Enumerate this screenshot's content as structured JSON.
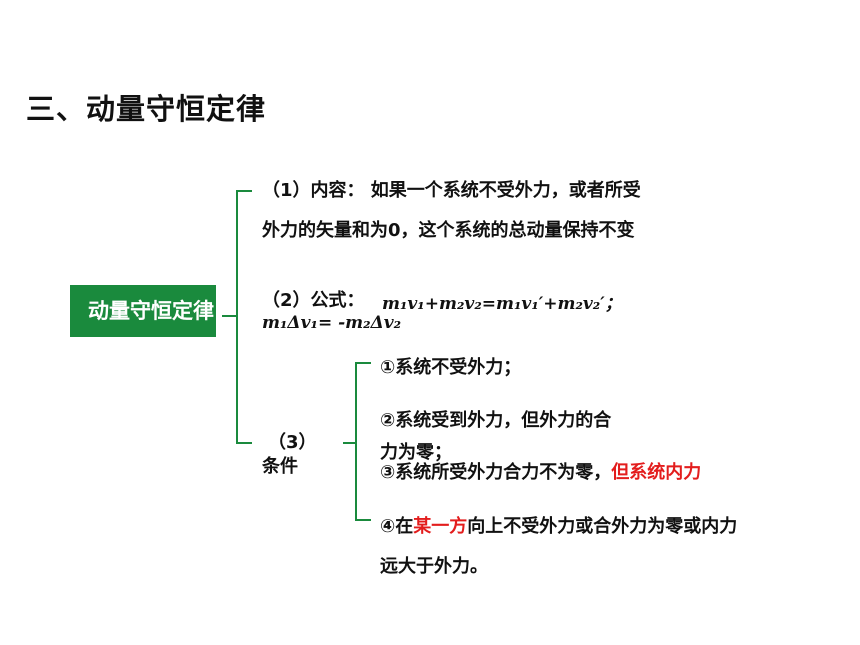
{
  "title": "三、动量守恒定律",
  "tag": "动量守恒定律",
  "content": {
    "line1": "（1）内容： 如果一个系统不受外力，或者所受",
    "line2": "外力的矢量和为0，这个系统的总动量保持不变"
  },
  "formula": {
    "label": "（2）公式：",
    "eq1": "m₁v₁+m₂v₂=m₁v₁′+m₂v₂′；",
    "eq2": "m₁Δv₁= -m₂Δv₂"
  },
  "conditions": {
    "label_num": "（3）",
    "label_text": "条件",
    "c1": "①系统不受外力；",
    "c2_line1": "②系统受到外力，但外力的合",
    "c2_line2": "力为零；",
    "c3_black": "③系统所受外力合力不为零，",
    "c3_red": "但系统内力",
    "c4_pre": "④在",
    "c4_red": "某一方",
    "c4_post": "向上不受外力或合外力为零或内力",
    "c4_line2": "远大于外力。"
  },
  "colors": {
    "green": "#1a8a3d",
    "red": "#e31d1d"
  }
}
